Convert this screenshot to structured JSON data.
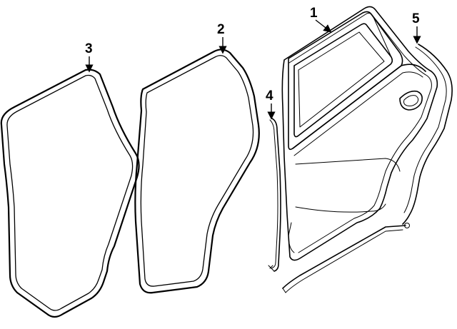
{
  "callouts": [
    {
      "id": "1",
      "label": "1",
      "part": "door-shell"
    },
    {
      "id": "2",
      "label": "2",
      "part": "door-seal-inner"
    },
    {
      "id": "3",
      "label": "3",
      "part": "door-seal-outer"
    },
    {
      "id": "4",
      "label": "4",
      "part": "front-edge-weatherstrip"
    },
    {
      "id": "5",
      "label": "5",
      "part": "rear-edge-weatherstrip"
    }
  ],
  "colors": {
    "ink": "#000000",
    "background": "#ffffff"
  }
}
